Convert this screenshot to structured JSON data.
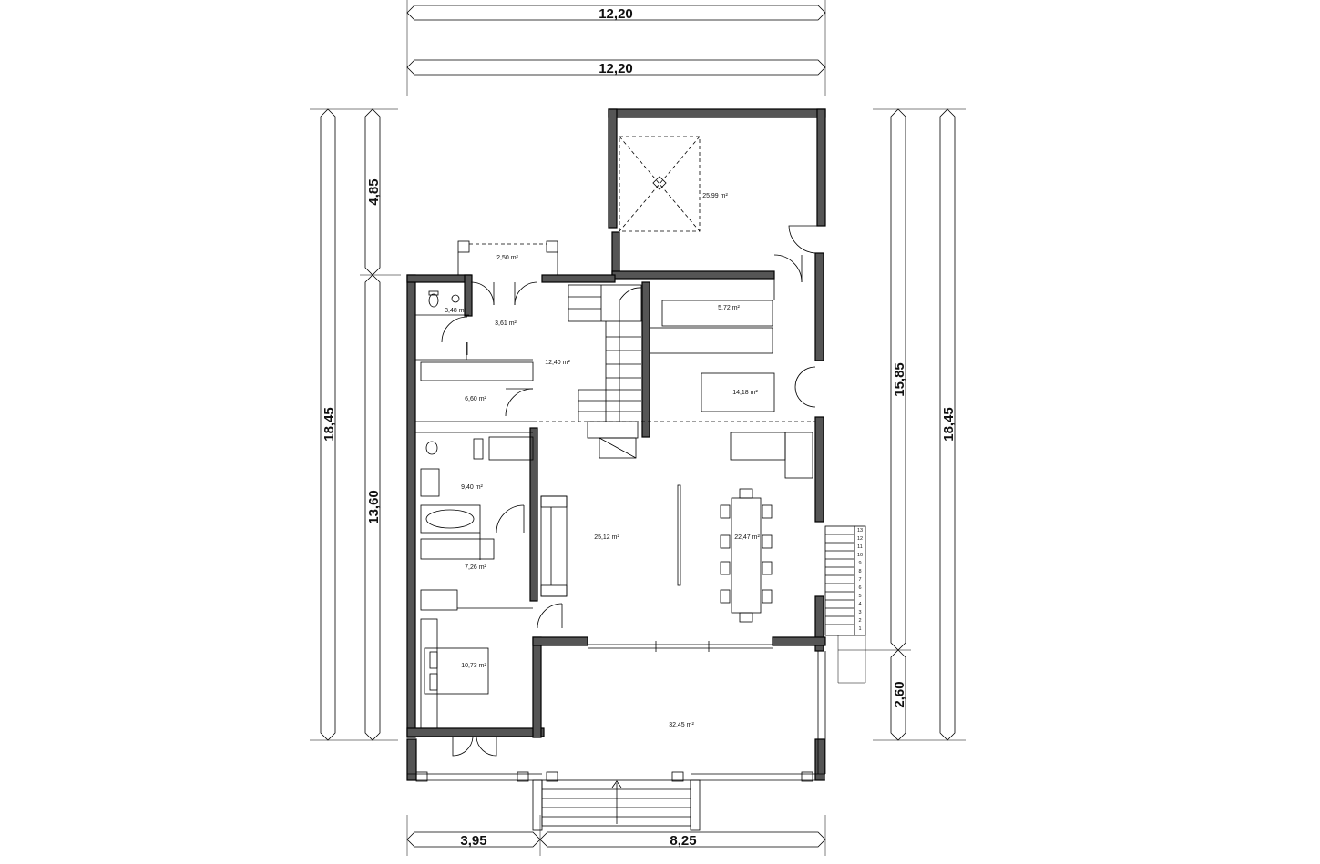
{
  "dimensions": {
    "top_outer": "12,20",
    "top_inner": "12,20",
    "left_outer": "18,45",
    "left_upper": "4,85",
    "left_lower": "13,60",
    "right_main": "15,85",
    "right_outer": "18,45",
    "right_lower": "2,60",
    "bottom_left": "3,95",
    "bottom_right": "8,25"
  },
  "rooms": {
    "garage": "25,99 m²",
    "porch_north": "2,50 m²",
    "wc": "3,48 m²",
    "vestibule": "3,61 m²",
    "hall": "12,40 m²",
    "storage": "6,60 m²",
    "utility": "5,72 m²",
    "kitchen": "14,18 m²",
    "bathroom": "9,40 m²",
    "living": "25,12 m²",
    "dining": "22,47 m²",
    "dressing": "7,26 m²",
    "bedroom": "10,73 m²",
    "terrace": "32,45 m²"
  },
  "stair_steps": [
    "13",
    "12",
    "11",
    "10",
    "9",
    "8",
    "7",
    "6",
    "5",
    "4",
    "3",
    "2",
    "1"
  ]
}
